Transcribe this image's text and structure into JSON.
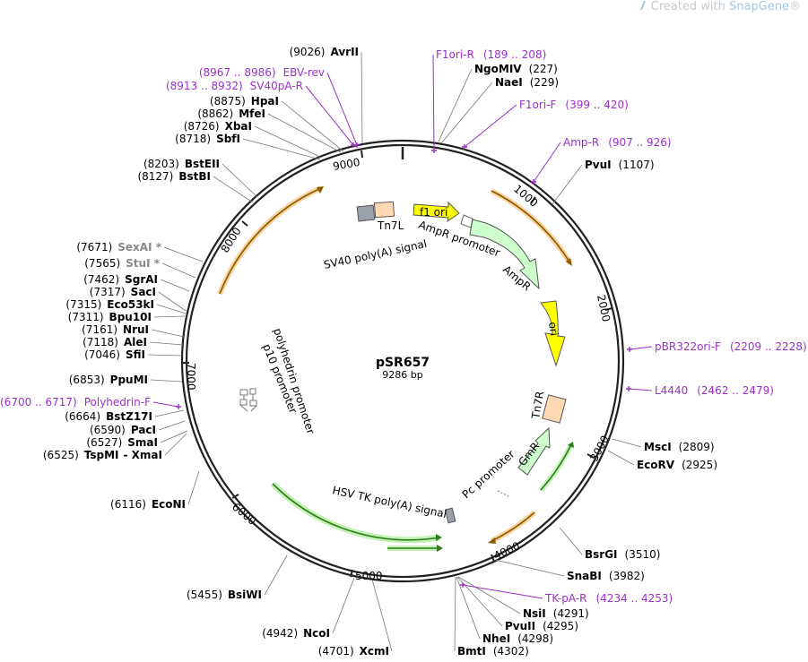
{
  "watermark": {
    "prefix": "Created with ",
    "brand": "SnapGene",
    "suffix": "®"
  },
  "plasmid": {
    "name": "pSR657",
    "size": "9286 bp"
  },
  "ticks": [
    "1000",
    "2000",
    "3000",
    "4000",
    "5000",
    "6000",
    "7000",
    "8000",
    "9000"
  ],
  "enzymes": [
    {
      "pos": "(9026)",
      "name": "AvrII"
    },
    {
      "pos": "(227)",
      "name": "NgoMIV"
    },
    {
      "pos": "(229)",
      "name": "NaeI"
    },
    {
      "pos": "(1107)",
      "name": "PvuI"
    },
    {
      "pos": "(2809)",
      "name": "MscI"
    },
    {
      "pos": "(2925)",
      "name": "EcoRV"
    },
    {
      "pos": "(3510)",
      "name": "BsrGI"
    },
    {
      "pos": "(3982)",
      "name": "SnaBI"
    },
    {
      "pos": "(4291)",
      "name": "NsiI"
    },
    {
      "pos": "(4295)",
      "name": "PvuII"
    },
    {
      "pos": "(4298)",
      "name": "NheI"
    },
    {
      "pos": "(4302)",
      "name": "BmtI"
    },
    {
      "pos": "(4701)",
      "name": "XcmI"
    },
    {
      "pos": "(4942)",
      "name": "NcoI"
    },
    {
      "pos": "(5455)",
      "name": "BsiWI"
    },
    {
      "pos": "(6116)",
      "name": "EcoNI"
    },
    {
      "pos": "(6525)",
      "name": "TspMI",
      "extra": "- XmaI"
    },
    {
      "pos": "(6527)",
      "name": "SmaI"
    },
    {
      "pos": "(6590)",
      "name": "PacI"
    },
    {
      "pos": "(6664)",
      "name": "BstZ17I"
    },
    {
      "pos": "(6853)",
      "name": "PpuMI"
    },
    {
      "pos": "(7046)",
      "name": "SfiI"
    },
    {
      "pos": "(7118)",
      "name": "AleI"
    },
    {
      "pos": "(7161)",
      "name": "NruI"
    },
    {
      "pos": "(7311)",
      "name": "Bpu10I"
    },
    {
      "pos": "(7315)",
      "name": "Eco53kI"
    },
    {
      "pos": "(7317)",
      "name": "SacI"
    },
    {
      "pos": "(7462)",
      "name": "SgrAI"
    },
    {
      "pos": "(7565)",
      "name": "StuI *",
      "gray": true
    },
    {
      "pos": "(7671)",
      "name": "SexAI *",
      "gray": true
    },
    {
      "pos": "(8127)",
      "name": "BstBI"
    },
    {
      "pos": "(8203)",
      "name": "BstEII"
    },
    {
      "pos": "(8718)",
      "name": "SbfI"
    },
    {
      "pos": "(8726)",
      "name": "XbaI"
    },
    {
      "pos": "(8862)",
      "name": "MfeI"
    },
    {
      "pos": "(8875)",
      "name": "HpaI"
    }
  ],
  "primers": [
    {
      "name": "F1ori-R",
      "range": "(189 .. 208)"
    },
    {
      "name": "F1ori-F",
      "range": "(399 .. 420)"
    },
    {
      "name": "Amp-R",
      "range": "(907 .. 926)"
    },
    {
      "name": "pBR322ori-F",
      "range": "(2209 .. 2228)"
    },
    {
      "name": "L4440",
      "range": "(2462 .. 2479)"
    },
    {
      "name": "TK-pA-R",
      "range": "(4234 .. 4253)"
    },
    {
      "name": "Polyhedrin-F",
      "range": "(6700 .. 6717)"
    },
    {
      "name": "SV40pA-R",
      "range": "(8913 .. 8932)"
    },
    {
      "name": "EBV-rev",
      "range": "(8967 .. 8986)"
    }
  ],
  "features": {
    "f1ori": "f1 ori",
    "ampr_promoter": "AmpR promoter",
    "ampr": "AmpR",
    "ori": "ori",
    "tn7r": "Tn7R",
    "gmr": "GmR",
    "pc_promoter": "Pc promoter",
    "hsv_tk": "HSV TK poly(A) signal",
    "p10": "p10 promoter",
    "polyhedrin": "polyhedrin promoter",
    "sv40": "SV40 poly(A) signal",
    "tn7l": "Tn7L"
  },
  "colors": {
    "backbone": "#222222",
    "primer": "#9b30c8",
    "enzyme_gray": "#888888",
    "f1ori": "#ffff00",
    "ampr": "#ccffcc",
    "tn7": "#ffd9b3",
    "sv40": "#9aa0a8",
    "orange_arc": "#f5c27a",
    "green_arc": "#b8f0a8"
  }
}
